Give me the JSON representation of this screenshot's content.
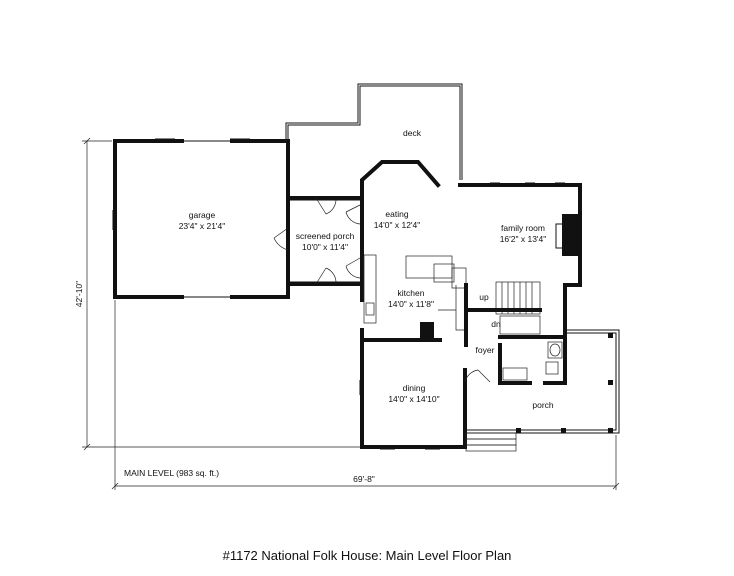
{
  "caption": "#1172 National Folk House: Main Level Floor Plan",
  "level_note": "MAIN LEVEL (983 sq. ft.)",
  "dimensions": {
    "width": "69'-8\"",
    "depth": "42'-10\""
  },
  "rooms": {
    "deck": {
      "name": "deck"
    },
    "garage": {
      "name": "garage",
      "size": "23'4\" x 21'4\""
    },
    "screened_porch": {
      "name": "screened porch",
      "size": "10'0\" x 11'4\""
    },
    "eating": {
      "name": "eating",
      "size": "14'0\" x 12'4\""
    },
    "family_room": {
      "name": "family room",
      "size": "16'2\" x 13'4\""
    },
    "kitchen": {
      "name": "kitchen",
      "size": "14'0\" x 11'8\""
    },
    "foyer": {
      "name": "foyer"
    },
    "dining": {
      "name": "dining",
      "size": "14'0\" x 14'10\""
    },
    "porch": {
      "name": "porch"
    }
  },
  "stair_labels": {
    "up": "up",
    "dn": "dn"
  }
}
